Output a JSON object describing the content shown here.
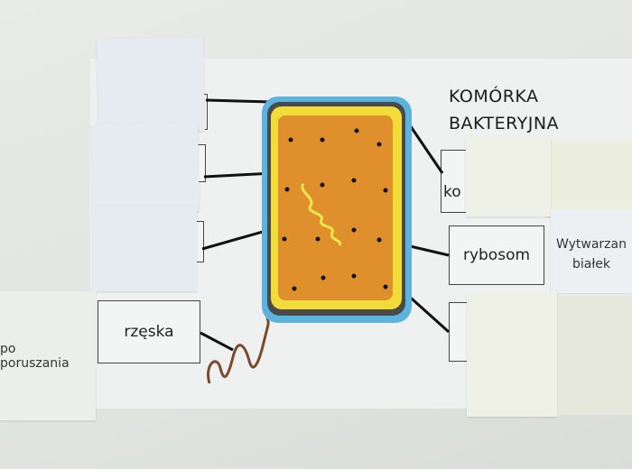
{
  "title": {
    "line1": "KOMÓRKA",
    "line2": "BAKTERYJNA"
  },
  "labels": {
    "cell_wall_partial": "ko",
    "ribosome": "rybosom",
    "flagellum": "rzęska"
  },
  "flaps": {
    "ribosome_function": {
      "line1": "Wytwarzan",
      "line2": "białek"
    },
    "flagellum_function": "po poruszania"
  },
  "colors": {
    "capsule": "#5bb4de",
    "cell_wall": "#4a4a4a",
    "membrane": "#f2dc3a",
    "cytoplasm": "#df8f2b",
    "dna": "#e8e84a",
    "flagellum": "#7a4b2a"
  }
}
